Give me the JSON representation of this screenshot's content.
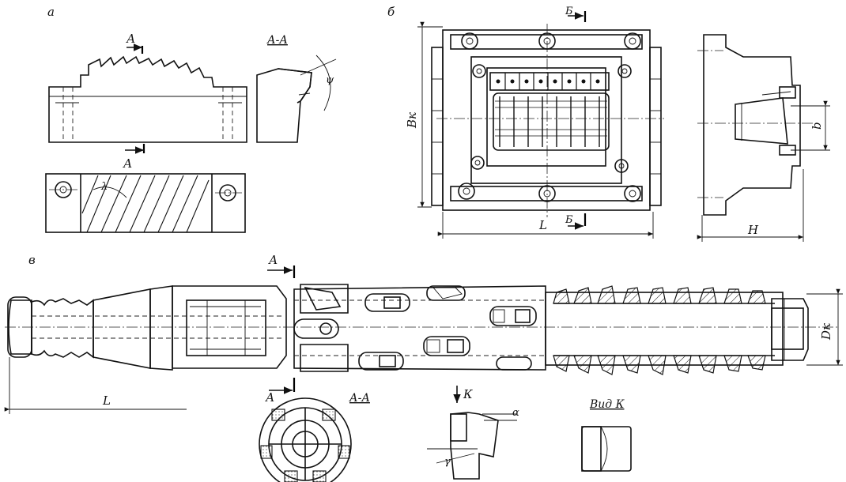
{
  "views": {
    "a": {
      "label": "а",
      "section_title": "А-А",
      "cut_mark_top": "А",
      "cut_mark_bottom": "А",
      "angle_psi": "ψ",
      "angle_lambda": "λ"
    },
    "b": {
      "label": "б",
      "section_mark_top": "Б",
      "section_mark_bottom": "Б",
      "dim_width": "Вк",
      "dim_length": "L",
      "dim_height": "Н",
      "dim_bore": "b"
    },
    "v": {
      "label": "в",
      "cut_mark_top": "А",
      "cut_mark_bottom": "А",
      "dim_length": "L",
      "dim_diameter": "Dк",
      "section_title": "А-А",
      "view_mark": "К",
      "angle_alpha": "α",
      "angle_gamma": "γ",
      "view_title": "Вид К"
    }
  }
}
